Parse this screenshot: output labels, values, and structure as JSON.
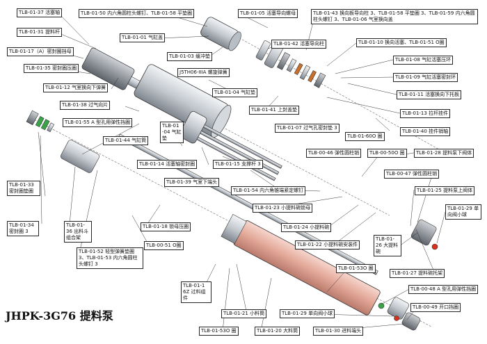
{
  "title": "JHPK-3G76 提料泵",
  "labels": {
    "l01": "TLB-01-37 活塞轴",
    "l02": "TLB-01-31 提料杆",
    "l03": "TLB-01-17（A）密封圈挡母",
    "l04": "TLB-01-35 密封圈压圈",
    "l05": "TLB-01-12 气室换向下弹簧",
    "l06": "TLB-01-38 过气向片",
    "l07": "TLB-01-55   A 型孔用弹性挡圈",
    "l08": "TLB-01-44 气缸筒",
    "l09": "TLB-01 -04  气缸垫",
    "l10": "TLB-01-14 活塞轴密封圈",
    "l11": "TLB-01-15 支撑杆 3",
    "l12": "TLB-01-39 气室下端头",
    "l13": "TLB-01-50 内六角圆柱头螺钉、TLB-01-58 平垫圈",
    "l14": "TLB-01-01 气缸盖",
    "l15": "TLB-01-03 缓冲垫",
    "l16": "J5TH06-IIIA 螺旋弹簧",
    "l17": "TLB-01-05 活塞导向螺母",
    "l18": "TLB-01-42 活塞导向柱",
    "l19": "TLB-01-04 气缸垫",
    "l20": "TLB-01-41 上封盖垫",
    "l21": "TLB-01-07 过气孔密封垫 3",
    "l22": "TLB-01-43 换向板导向柱 3、TLB-01-58 平垫圈 3、TLB-01-59 内六角圆柱头螺钉 3、TLB-01-06 气室换向盖",
    "l23": "TLB-01-10 换向活塞、TLB-01-51   O圈",
    "l24": "TLB-01-08 气缸活塞压环",
    "l25": "TLB-01-09 气缸活塞密封环",
    "l26": "TLB-01-11 活塞换向下托板",
    "l27": "TLB-01-13 拉杆挂件",
    "l28": "TLB-01-40 挂件销轴",
    "l29": "TLB-01-60O 圈",
    "l30": "TLB-00-46 弹性圆柱销",
    "l31": "TLB-00-50O 圈",
    "l32": "TLB-01-28 提料泵下阀体",
    "l33": "TLB-00-47 弹性圆柱销",
    "l34": "TLB-01-25 提料泵上阀体",
    "l35": "TLB-01-29   单向阀小球",
    "l36": "TLB-01-54 内六角锥端紧定螺钉",
    "l37": "TLB-01-23 小提料碗锁母",
    "l38": "TLB-01-24 小提料碗",
    "l39": "TLB-01-22 小提料碗安装件",
    "l40": "TLB-01-26 大提料碗",
    "l41": "TLB-01-27 提料碗托架",
    "l42": "TLB-01-33 密封圈垫圈",
    "l43": "TLB-01-34   密封圈 3",
    "l44": "TLB-01-36   出料斗组合架",
    "l45": "TLB-01-52 轻型弹簧垫圈 3、TLB-01-53 内六角圆柱头螺钉 3",
    "l46": "TLB-01-18 锁母压圈",
    "l47": "TLB-00-51     O圈",
    "l48": "TLB-01-1 6Z 过料组件",
    "l49": "TLB-01-21 小料筒",
    "l50": "TLB-01-53O 圈",
    "l51": "TLB-01-20 大料筒",
    "l52": "TLB-01-53O 圈",
    "l53": "TLB-00-48   A 型孔用弹性挡圈",
    "l54": "TLB-01-29 单向阀小球",
    "l55": "TLB-00-49 开口挡圈",
    "l56": "TLB-01-30 进料端头"
  },
  "colors": {
    "outline": "#222222",
    "metal": "#c8ccd2",
    "metal_dark": "#8a9098",
    "barrel": "#e8b7ab",
    "seal_red": "#d9301c",
    "seal_green": "#3aa548",
    "spring_orange": "#c9702a"
  }
}
